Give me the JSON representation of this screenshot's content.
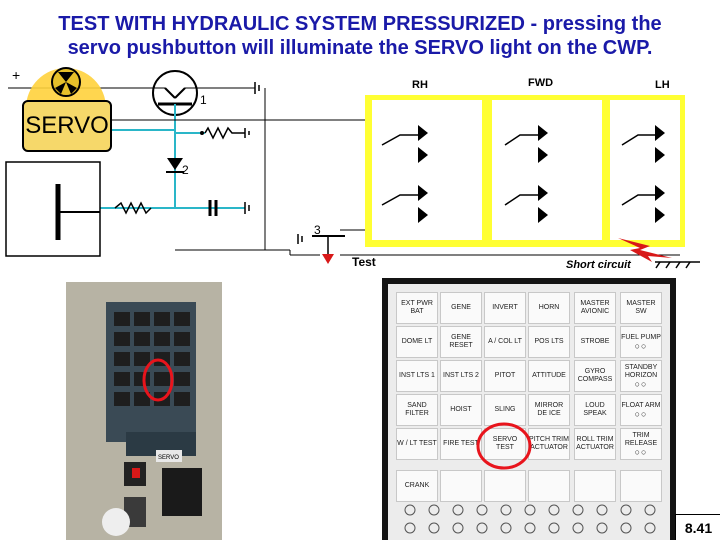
{
  "title": {
    "line1": "TEST WITH HYDRAULIC SYSTEM PRESSURIZED - pressing the",
    "line2": "servo pushbutton will illuminate the SERVO light on the CWP."
  },
  "diagram": {
    "servo_label": "SERVO",
    "plus_sign": "+",
    "marker_1": "1",
    "marker_2": "2",
    "marker_3": "3",
    "test_label": "Test",
    "short_circuit_label": "Short circuit",
    "rh_label": "RH",
    "fwd_label": "FWD",
    "lh_label": "LH"
  },
  "photo": {
    "panel_tag": "SERVO"
  },
  "cwp": {
    "rows": [
      [
        {
          "label": "EXT PWR BAT",
          "lamps": ""
        },
        {
          "label": "GENE",
          "lamps": ""
        },
        {
          "label": "INVERT",
          "lamps": ""
        },
        {
          "label": "HORN",
          "lamps": ""
        },
        {
          "label": "MASTER AVIONIC",
          "lamps": ""
        },
        {
          "label": "MASTER SW",
          "lamps": ""
        }
      ],
      [
        {
          "label": "DOME LT",
          "lamps": ""
        },
        {
          "label": "GENE RESET",
          "lamps": ""
        },
        {
          "label": "A / COL LT",
          "lamps": ""
        },
        {
          "label": "POS LTS",
          "lamps": ""
        },
        {
          "label": "STROBE",
          "lamps": ""
        },
        {
          "label": "FUEL PUMP",
          "lamps": "○○"
        }
      ],
      [
        {
          "label": "INST LTS 1",
          "lamps": ""
        },
        {
          "label": "INST LTS 2",
          "lamps": ""
        },
        {
          "label": "PITOT",
          "lamps": ""
        },
        {
          "label": "ATTITUDE",
          "lamps": ""
        },
        {
          "label": "GYRO COMPASS",
          "lamps": ""
        },
        {
          "label": "STANDBY HORIZON",
          "lamps": "○○"
        }
      ],
      [
        {
          "label": "SAND FILTER",
          "lamps": ""
        },
        {
          "label": "HOIST",
          "lamps": ""
        },
        {
          "label": "SLING",
          "lamps": ""
        },
        {
          "label": "MIRROR DE ICE",
          "lamps": ""
        },
        {
          "label": "LOUD SPEAK",
          "lamps": ""
        },
        {
          "label": "FLOAT ARM",
          "lamps": "○○"
        }
      ],
      [
        {
          "label": "W / LT TEST",
          "lamps": ""
        },
        {
          "label": "FIRE TEST",
          "lamps": ""
        },
        {
          "label": "SERVO TEST",
          "lamps": ""
        },
        {
          "label": "PITCH TRIM ACTUATOR",
          "lamps": ""
        },
        {
          "label": "ROLL TRIM ACTUATOR",
          "lamps": ""
        },
        {
          "label": "TRIM RELEASE",
          "lamps": "○○"
        }
      ],
      [
        {
          "label": "CRANK",
          "lamps": ""
        },
        {
          "label": "",
          "lamps": ""
        },
        {
          "label": "",
          "lamps": ""
        },
        {
          "label": "",
          "lamps": ""
        },
        {
          "label": "",
          "lamps": ""
        },
        {
          "label": "",
          "lamps": ""
        }
      ]
    ]
  },
  "page_number": "8.41",
  "colors": {
    "title": "#1a1aa8",
    "servo_lamp": "#f6d86a",
    "yellow_box": "#ffff33",
    "wire": "#2ab6c8",
    "highlight_red": "#e8141c",
    "short_circuit_red": "#d81818"
  }
}
